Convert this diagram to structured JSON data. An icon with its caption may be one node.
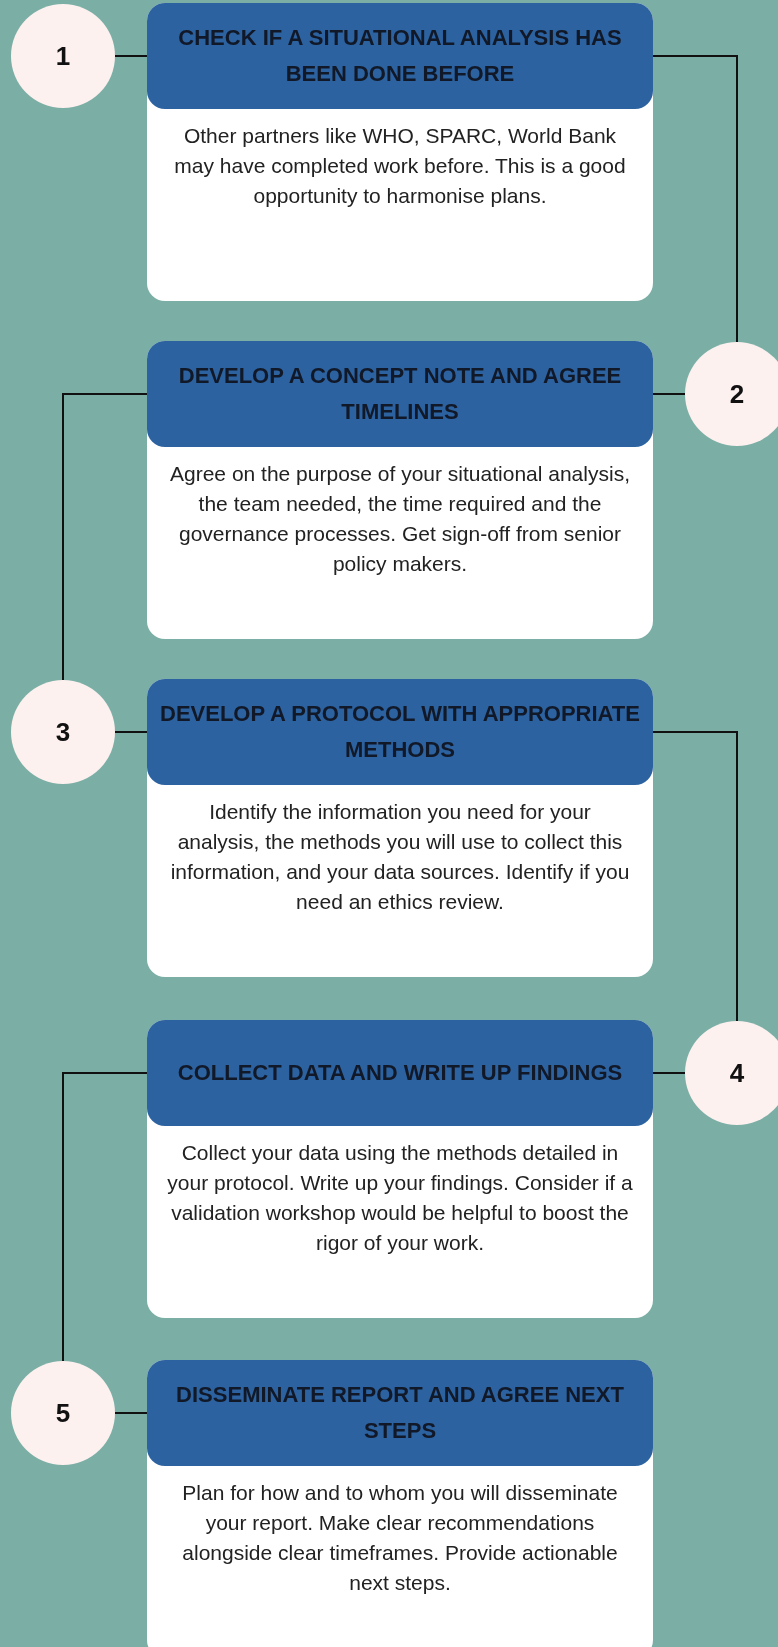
{
  "diagram": {
    "nodes": [
      {
        "text": [
          "1"
        ]
      },
      {
        "text": [
          "CHECK IF A SITUATIONAL ANALYSIS HAS BEEN DONE BEFORE",
          "Other partners like WHO, SPARC, World Bank may have completed work before. This is a good opportunity to harmonise plans."
        ]
      },
      {
        "text": [
          "2"
        ]
      },
      {
        "text": [
          "DEVELOP A CONCEPT NOTE AND AGREE TIMELINES",
          "Agree on the purpose of your situational analysis, the team needed, the time required and the governance processes. Get sign-off from senior policy makers."
        ]
      },
      {
        "text": [
          "3"
        ]
      },
      {
        "text": [
          "DEVELOP A PROTOCOL WITH APPROPRIATE METHODS",
          "Identify the information you need for your analysis, the methods you will use to collect this information, and your data sources. Identify if you need an ethics review."
        ]
      },
      {
        "text": [
          "4"
        ]
      },
      {
        "text": [
          "COLLECT DATA AND WRITE UP FINDINGS",
          "Collect your data using the methods detailed in your protocol. Write up your findings. Consider if a validation workshop would be helpful to boost the rigor of your work."
        ]
      },
      {
        "text": [
          "5"
        ]
      },
      {
        "text": [
          "DISSEMINATE REPORT AND AGREE NEXT STEPS",
          "Plan for how and to whom you will disseminate your report. Make clear recommendations alongside clear timeframes. Provide actionable next steps."
        ]
      }
    ],
    "edges": [
      {
        "from": 0,
        "to": 1,
        "arrow": "none"
      },
      {
        "from": 1,
        "to": 2,
        "arrow": "none"
      },
      {
        "from": 2,
        "to": 3,
        "arrow": "none"
      },
      {
        "from": 3,
        "to": 4,
        "arrow": "none"
      },
      {
        "from": 4,
        "to": 5,
        "arrow": "none"
      },
      {
        "from": 5,
        "to": 6,
        "arrow": "none"
      },
      {
        "from": 6,
        "to": 7,
        "arrow": "none"
      },
      {
        "from": 7,
        "to": 8,
        "arrow": "none"
      },
      {
        "from": 8,
        "to": 9,
        "arrow": "none"
      }
    ]
  }
}
